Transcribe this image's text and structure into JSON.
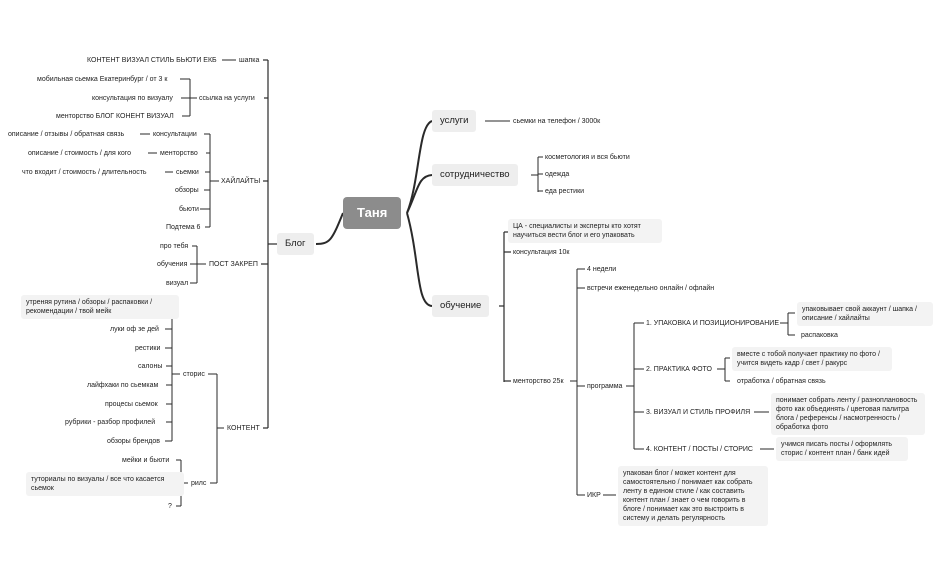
{
  "root": "Таня",
  "branches": {
    "uslugi": {
      "label": "услуги",
      "items": [
        "сьемки на телефон / 3000к"
      ]
    },
    "sotr": {
      "label": "сотрудничество",
      "items": [
        "косметология и вся бьюти",
        "одежда",
        "еда рестики"
      ]
    },
    "obuch": {
      "label": "обучение",
      "ca": "ЦА - специалисты и эксперты кто хотят научиться вести блог и его упаковать",
      "consult": "консультация  10к",
      "mentor": {
        "label": "менторство 25к",
        "weeks": "4 недели",
        "meetings": "встречи еженедельно онлайн / офлайн",
        "program": {
          "label": "программа",
          "m1": {
            "label": "1. УПАКОВКА И ПОЗИЦИОНИРОВАНИЕ",
            "items": [
              "упаковывает свой аккаунт / шапка / описание / хайлайты",
              "распаковка"
            ]
          },
          "m2": {
            "label": "2. ПРАКТИКА ФОТО",
            "items": [
              "вместе с тобой получает практику по фото / учится видеть кадр / свет / ракурс",
              "отработка / обратная связь"
            ]
          },
          "m3": {
            "label": "3. ВИЗУАЛ И СТИЛЬ ПРОФИЛЯ",
            "item": "понимает собрать ленту / разноплановость фото как объединять / цветовая палитра блога / референсы / насмотренность / обработка фото"
          },
          "m4": {
            "label": "4. КОНТЕНТ / ПОСТЫ / СТОРИС",
            "item": "учимся писать посты / оформлять сторис / контент план / банк идей"
          }
        },
        "ikr": {
          "label": "ИКР",
          "text": "упакован блог / может контент для самостоятельно / понимает как собрать ленту в едином стиле / как составить контент  план / знает о чем говорить в блоге / понимает как это выстроить в систему и делать регулярность"
        }
      }
    },
    "blog": {
      "label": "Блог",
      "shapka": {
        "label": "шапка",
        "item": "КОНТЕНТ ВИЗУАЛ СТИЛЬ БЬЮТИ ЕКБ"
      },
      "ssylka": {
        "label": "ссылка на услуги",
        "items": [
          "мобильная сьемка Екатеринбург / от 3 к",
          "консультация по визуалу",
          "менторство БЛОГ КОНЕНТ ВИЗУАЛ"
        ]
      },
      "hl": {
        "label": "ХАЙЛАЙТЫ",
        "consult": {
          "label": "консультации",
          "item": "описание / отзывы / обратная связь"
        },
        "mentor": {
          "label": "менторство",
          "item": "описание / стоимость / для кого"
        },
        "shoots": {
          "label": "сьемки",
          "item": "что входит / стоимость / длительность"
        },
        "reviews": "обзоры",
        "beauty": "бьюти",
        "podtema": "Подтема 6"
      },
      "post": {
        "label": "ПОСТ ЗАКРЕП",
        "items": [
          "про тебя",
          "обучения",
          "визуал"
        ]
      },
      "content": {
        "label": "КОНТЕНТ",
        "stories": {
          "label": "сторис",
          "items": [
            "утреняя рутина / обзоры / распаковки / рекомендации / твой мейк",
            "луки оф зе дей",
            "рестики",
            "салоны",
            "лайфхаки по сьемкам",
            "процесы сьемок",
            "рубрики - разбор профилей",
            "обзоры брендов"
          ]
        },
        "reels": {
          "label": "рилс",
          "items": [
            "мейки и бьюти",
            "туториалы по визуалы / все что касается сьемок",
            "?"
          ]
        }
      }
    }
  }
}
